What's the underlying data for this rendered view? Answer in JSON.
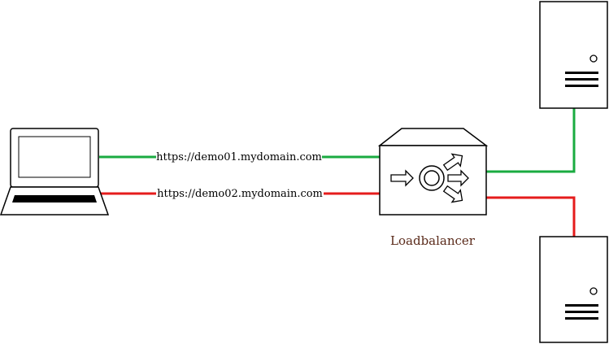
{
  "connections": [
    {
      "url": "https://demo01.mydomain.com",
      "color": "#1aab40"
    },
    {
      "url": "https://demo02.mydomain.com",
      "color": "#e51c1c"
    }
  ],
  "loadbalancer": {
    "label": "Loadbalancer",
    "label_color": "#5a2a1a"
  },
  "icons": {
    "client": "laptop-icon",
    "balancer": "loadbalancer-icon",
    "server_top": "server-icon",
    "server_bottom": "server-icon"
  }
}
